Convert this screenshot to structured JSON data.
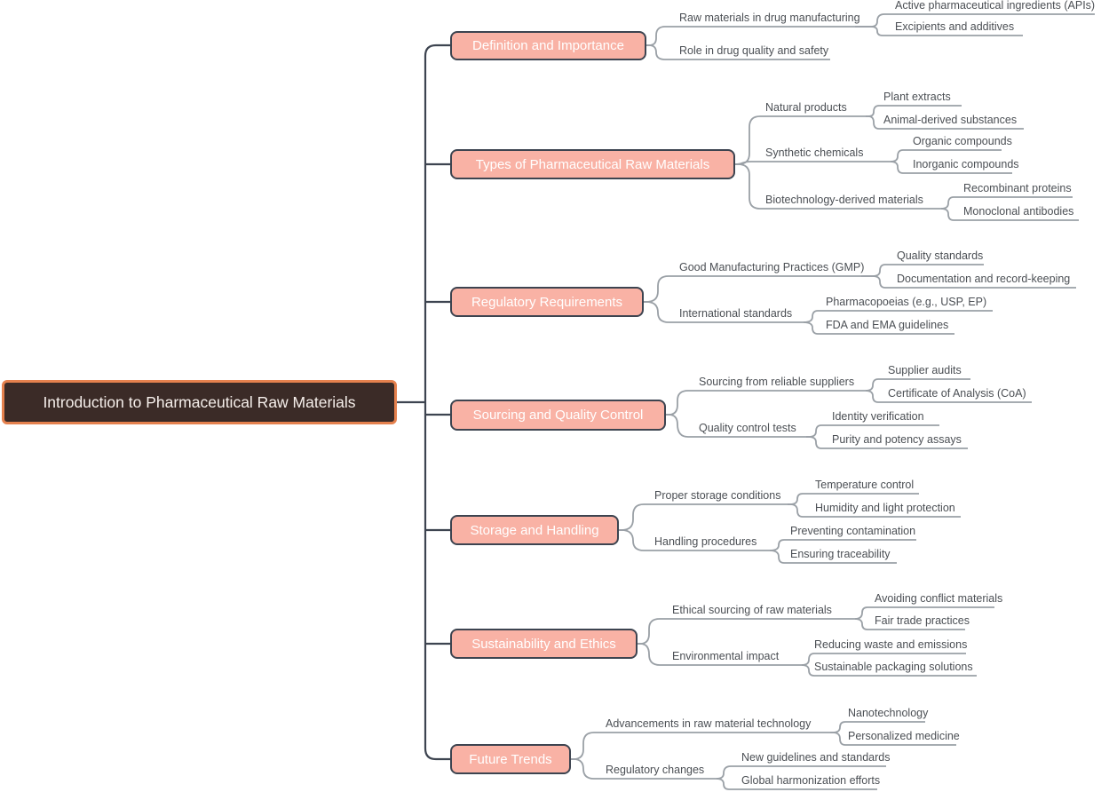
{
  "colors": {
    "root_fill": "#3b2b27",
    "root_border": "#e5814e",
    "branch_fill": "#f9b2a5",
    "branch_border": "#3d4450",
    "connector_dark": "#3d4450",
    "connector_light": "#9aa0a6",
    "leaf_text": "#4b4f54",
    "background": "#ffffff"
  },
  "root": {
    "label": "Introduction to Pharmaceutical Raw Materials"
  },
  "branches": [
    {
      "label": "Definition and Importance",
      "children": [
        {
          "label": "Raw materials in drug manufacturing",
          "children": [
            {
              "label": "Active pharmaceutical ingredients (APIs)"
            },
            {
              "label": "Excipients and additives"
            }
          ]
        },
        {
          "label": "Role in drug quality and safety",
          "children": []
        }
      ]
    },
    {
      "label": "Types of Pharmaceutical Raw Materials",
      "children": [
        {
          "label": "Natural products",
          "children": [
            {
              "label": "Plant extracts"
            },
            {
              "label": "Animal-derived substances"
            }
          ]
        },
        {
          "label": "Synthetic chemicals",
          "children": [
            {
              "label": "Organic compounds"
            },
            {
              "label": "Inorganic compounds"
            }
          ]
        },
        {
          "label": "Biotechnology-derived materials",
          "children": [
            {
              "label": "Recombinant proteins"
            },
            {
              "label": "Monoclonal antibodies"
            }
          ]
        }
      ]
    },
    {
      "label": "Regulatory Requirements",
      "children": [
        {
          "label": "Good Manufacturing Practices (GMP)",
          "children": [
            {
              "label": "Quality standards"
            },
            {
              "label": "Documentation and record-keeping"
            }
          ]
        },
        {
          "label": "International standards",
          "children": [
            {
              "label": "Pharmacopoeias (e.g., USP, EP)"
            },
            {
              "label": "FDA and EMA guidelines"
            }
          ]
        }
      ]
    },
    {
      "label": "Sourcing and Quality Control",
      "children": [
        {
          "label": "Sourcing from reliable suppliers",
          "children": [
            {
              "label": "Supplier audits"
            },
            {
              "label": "Certificate of Analysis (CoA)"
            }
          ]
        },
        {
          "label": "Quality control tests",
          "children": [
            {
              "label": "Identity verification"
            },
            {
              "label": "Purity and potency assays"
            }
          ]
        }
      ]
    },
    {
      "label": "Storage and Handling",
      "children": [
        {
          "label": "Proper storage conditions",
          "children": [
            {
              "label": "Temperature control"
            },
            {
              "label": "Humidity and light protection"
            }
          ]
        },
        {
          "label": "Handling procedures",
          "children": [
            {
              "label": "Preventing contamination"
            },
            {
              "label": "Ensuring traceability"
            }
          ]
        }
      ]
    },
    {
      "label": "Sustainability and Ethics",
      "children": [
        {
          "label": "Ethical sourcing of raw materials",
          "children": [
            {
              "label": "Avoiding conflict materials"
            },
            {
              "label": "Fair trade practices"
            }
          ]
        },
        {
          "label": "Environmental impact",
          "children": [
            {
              "label": "Reducing waste and emissions"
            },
            {
              "label": "Sustainable packaging solutions"
            }
          ]
        }
      ]
    },
    {
      "label": "Future Trends",
      "children": [
        {
          "label": "Advancements in raw material technology",
          "children": [
            {
              "label": "Nanotechnology"
            },
            {
              "label": "Personalized medicine"
            }
          ]
        },
        {
          "label": "Regulatory changes",
          "children": [
            {
              "label": "New guidelines and standards"
            },
            {
              "label": "Global harmonization efforts"
            }
          ]
        }
      ]
    }
  ]
}
